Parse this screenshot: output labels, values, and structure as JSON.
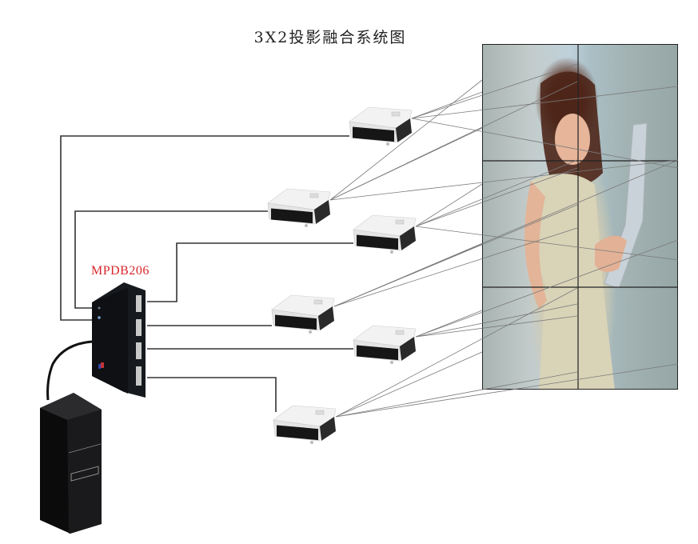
{
  "title": "3X2投影融合系统图",
  "processor": {
    "label": "MPDB206",
    "label_color": "#d8262a",
    "outputs": 4,
    "body_color": "#111418"
  },
  "computer": {
    "name": "PC tower"
  },
  "projectors": [
    {
      "id": "projector-1"
    },
    {
      "id": "projector-2"
    },
    {
      "id": "projector-3"
    },
    {
      "id": "projector-4"
    },
    {
      "id": "projector-5"
    },
    {
      "id": "projector-6"
    }
  ],
  "screen": {
    "columns": 2,
    "rows": 3,
    "content": "woman holding laptop photo",
    "grid_color": "#222222"
  },
  "colors": {
    "cable": "#333333",
    "beam": "#777777",
    "projector_body": "#eeeeee",
    "projector_front": "#1a1a1a"
  }
}
